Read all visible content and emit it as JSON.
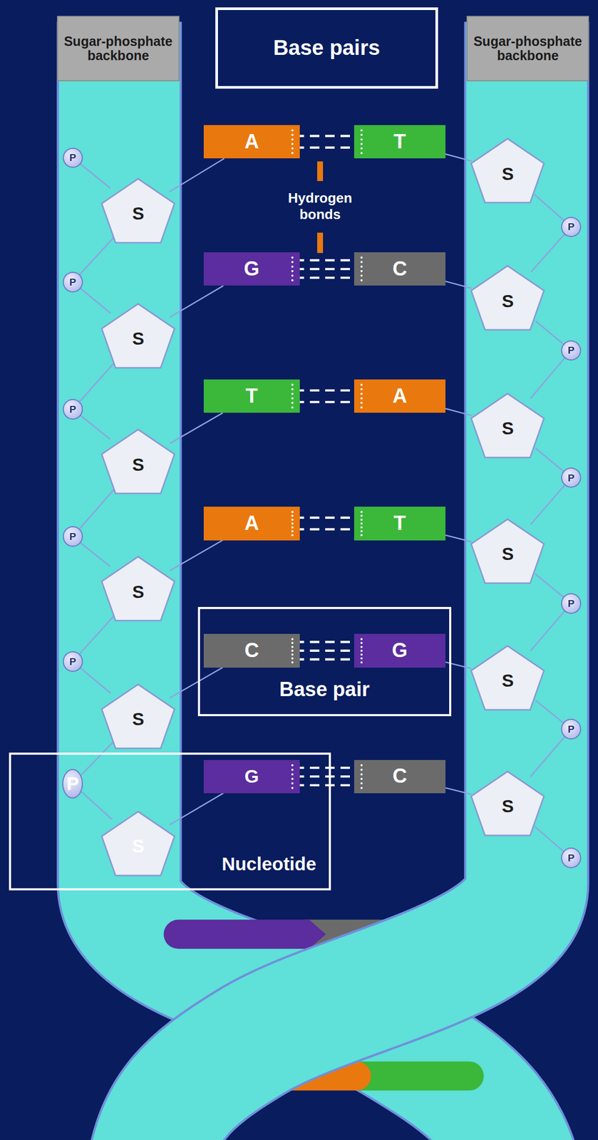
{
  "diagram": {
    "nodes": [
      {
        "text": [
          "Sugar-phosphate backbone"
        ]
      },
      {
        "text": [
          "Base pairs"
        ]
      },
      {
        "text": [
          "Sugar-phosphate backbone"
        ]
      },
      {
        "text": [
          "P"
        ]
      },
      {
        "text": [
          "S"
        ]
      },
      {
        "text": [
          "A"
        ]
      },
      {
        "text": [
          "T"
        ]
      },
      {
        "text": [
          "S"
        ]
      },
      {
        "text": [
          "P"
        ]
      },
      {
        "text": [
          "P"
        ]
      },
      {
        "text": [
          "S"
        ]
      },
      {
        "text": [
          "G"
        ]
      },
      {
        "text": [
          "C"
        ]
      },
      {
        "text": [
          "S"
        ]
      },
      {
        "text": [
          "P"
        ]
      },
      {
        "text": [
          "P"
        ]
      },
      {
        "text": [
          "S"
        ]
      },
      {
        "text": [
          "T"
        ]
      },
      {
        "text": [
          "A"
        ]
      },
      {
        "text": [
          "S"
        ]
      },
      {
        "text": [
          "P"
        ]
      },
      {
        "text": [
          "P"
        ]
      },
      {
        "text": [
          "S"
        ]
      },
      {
        "text": [
          "A"
        ]
      },
      {
        "text": [
          "T"
        ]
      },
      {
        "text": [
          "S"
        ]
      },
      {
        "text": [
          "P"
        ]
      },
      {
        "text": [
          "Base pair"
        ]
      },
      {
        "text": [
          "P"
        ]
      },
      {
        "text": [
          "S"
        ]
      },
      {
        "text": [
          "C"
        ],
        "in": 27
      },
      {
        "text": [
          "G"
        ],
        "in": 27
      },
      {
        "text": [
          "S"
        ]
      },
      {
        "text": [
          "P"
        ]
      },
      {
        "text": [
          "Nucleotide"
        ]
      },
      {
        "text": [
          "P"
        ],
        "in": 34
      },
      {
        "text": [
          "S"
        ],
        "in": 34
      },
      {
        "text": [
          "G"
        ],
        "in": 34
      },
      {
        "text": [
          "C"
        ]
      },
      {
        "text": [
          "S"
        ]
      },
      {
        "text": [
          "P"
        ]
      }
    ],
    "edges": [
      {
        "from": 3,
        "to": 4,
        "arrow": "none"
      },
      {
        "from": 4,
        "to": 9,
        "arrow": "none"
      },
      {
        "from": 9,
        "to": 10,
        "arrow": "none"
      },
      {
        "from": 10,
        "to": 15,
        "arrow": "none"
      },
      {
        "from": 15,
        "to": 16,
        "arrow": "none"
      },
      {
        "from": 16,
        "to": 21,
        "arrow": "none"
      },
      {
        "from": 21,
        "to": 22,
        "arrow": "none"
      },
      {
        "from": 22,
        "to": 28,
        "arrow": "none"
      },
      {
        "from": 28,
        "to": 29,
        "arrow": "none"
      },
      {
        "from": 29,
        "to": 35,
        "arrow": "none"
      },
      {
        "from": 35,
        "to": 36,
        "arrow": "none"
      },
      {
        "from": 4,
        "to": 5,
        "arrow": "none"
      },
      {
        "from": 10,
        "to": 11,
        "arrow": "none"
      },
      {
        "from": 16,
        "to": 17,
        "arrow": "none"
      },
      {
        "from": 22,
        "to": 23,
        "arrow": "none"
      },
      {
        "from": 29,
        "to": 30,
        "arrow": "none"
      },
      {
        "from": 36,
        "to": 37,
        "arrow": "none"
      },
      {
        "from": 7,
        "to": 8,
        "arrow": "none"
      },
      {
        "from": 8,
        "to": 13,
        "arrow": "none"
      },
      {
        "from": 13,
        "to": 14,
        "arrow": "none"
      },
      {
        "from": 14,
        "to": 19,
        "arrow": "none"
      },
      {
        "from": 19,
        "to": 20,
        "arrow": "none"
      },
      {
        "from": 20,
        "to": 25,
        "arrow": "none"
      },
      {
        "from": 25,
        "to": 26,
        "arrow": "none"
      },
      {
        "from": 26,
        "to": 32,
        "arrow": "none"
      },
      {
        "from": 32,
        "to": 33,
        "arrow": "none"
      },
      {
        "from": 33,
        "to": 39,
        "arrow": "none"
      },
      {
        "from": 39,
        "to": 40,
        "arrow": "none"
      },
      {
        "from": 7,
        "to": 6,
        "arrow": "none"
      },
      {
        "from": 13,
        "to": 12,
        "arrow": "none"
      },
      {
        "from": 19,
        "to": 18,
        "arrow": "none"
      },
      {
        "from": 25,
        "to": 24,
        "arrow": "none"
      },
      {
        "from": 32,
        "to": 31,
        "arrow": "none"
      },
      {
        "from": 39,
        "to": 38,
        "arrow": "none"
      }
    ],
    "labels": [
      "Hydrogen bonds"
    ]
  }
}
